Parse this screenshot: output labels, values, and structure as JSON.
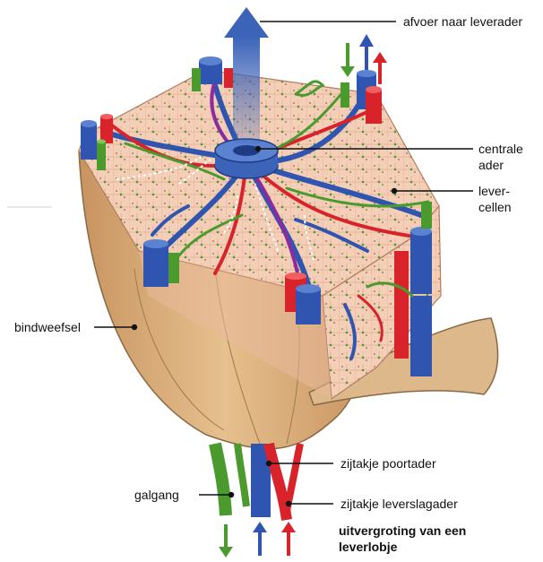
{
  "labels": {
    "afvoer": "afvoer naar leverader",
    "centrale_line1": "centrale",
    "centrale_line2": "ader",
    "lever_line1": "lever-",
    "lever_line2": "cellen",
    "bindweefsel": "bindweefsel",
    "poortader": "zijtakje poortader",
    "galgang": "galgang",
    "leverslagader": "zijtakje leverslagader",
    "caption_line1": "uitvergroting van een",
    "caption_line2": "leverlobje"
  },
  "colors": {
    "portal_vein": "#2f55b0",
    "artery": "#d8232a",
    "bile_duct": "#4a9a2e",
    "central_vein": "#3b63b8",
    "tissue": "#f3cfb7",
    "connective": "#d9b07e"
  }
}
